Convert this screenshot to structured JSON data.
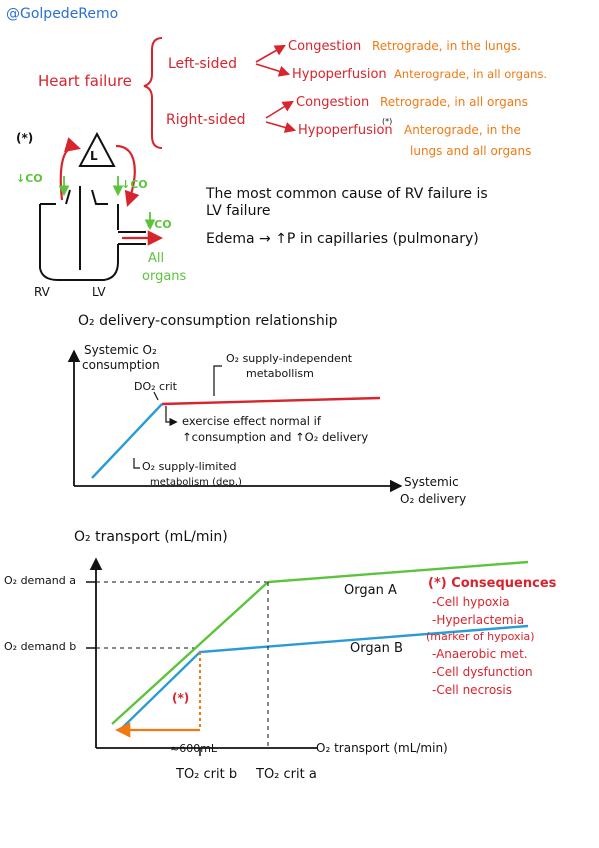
{
  "handle": "@GolpedeRemo",
  "colors": {
    "red": "#d8242c",
    "orange": "#f07a12",
    "green": "#5cc43c",
    "blue": "#2a9bd6",
    "black": "#111111"
  },
  "heart_failure": {
    "title": "Heart failure",
    "left": {
      "label": "Left-sided",
      "congestion": "Congestion",
      "congestion_desc": "Retrograde, in the lungs.",
      "hypoperfusion": "Hypoperfusion",
      "hypoperfusion_desc": "Anterograde, in all organs."
    },
    "right": {
      "label": "Right-sided",
      "congestion": "Congestion",
      "congestion_desc": "Retrograde, in all organs",
      "hypoperfusion": "Hypoperfusion",
      "hypoperfusion_mark": "(*)",
      "hypoperfusion_desc1": "Anterograde, in the",
      "hypoperfusion_desc2": "lungs and all organs"
    }
  },
  "heart_diagram": {
    "mark": "(*)",
    "lung_label": "L",
    "co_left": "↓CO",
    "co_right": "↓CO",
    "co_bottom": "↓CO",
    "all_organs_1": "All",
    "all_organs_2": "organs",
    "rv": "RV",
    "lv": "LV"
  },
  "notes": {
    "line1": "The most common cause of RV failure is",
    "line2": "LV failure",
    "line3": "Edema → ↑P in capillaries (pulmonary)"
  },
  "chart1": {
    "title": "O₂ delivery-consumption relationship",
    "ylabel1": "Systemic O₂",
    "ylabel2": "consumption",
    "xlabel1": "Systemic",
    "xlabel2": "O₂ delivery",
    "do2crit": "DO₂ crit",
    "annot_indep1": "O₂ supply-independent",
    "annot_indep2": "metabollism",
    "annot_ex1": "exercise effect normal if",
    "annot_ex2": "↑consumption and ↑O₂ delivery",
    "annot_lim1": "O₂ supply-limited",
    "annot_lim2": "metabolism (dep.)"
  },
  "chart2": {
    "title": "O₂ transport (mL/min)",
    "xlabel": "O₂ transport (mL/min)",
    "demand_a": "O₂ demand a",
    "demand_b": "O₂ demand b",
    "organ_a": "Organ A",
    "organ_b": "Organ B",
    "mark": "(*)",
    "tick_600": "≈600mL",
    "to2crit_b": "TO₂ crit b",
    "to2crit_a": "TO₂ crit a"
  },
  "consequences": {
    "title": "(*) Consequences",
    "items": [
      "-Cell hypoxia",
      "-Hyperlactemia",
      "(marker of hypoxia)",
      "-Anaerobic met.",
      "-Cell dysfunction",
      "-Cell necrosis"
    ]
  }
}
